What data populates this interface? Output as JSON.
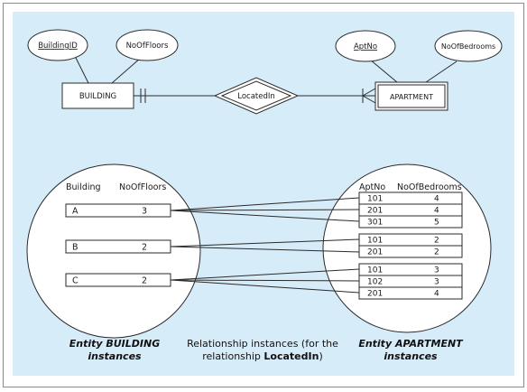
{
  "colors": {
    "panel": "#d7ecf9",
    "frame_border": "#8a8a8a",
    "line": "#2a2a2a",
    "box_fill": "#ffffff"
  },
  "er": {
    "building_entity": "BUILDING",
    "apartment_entity": "APARTMENT",
    "relationship": "LocatedIn",
    "building_attributes": [
      {
        "name": "BuildingID",
        "key": true
      },
      {
        "name": "NoOfFloors",
        "key": false
      }
    ],
    "apartment_attributes": [
      {
        "name": "AptNo",
        "key": true
      },
      {
        "name": "NoOfBedrooms",
        "key": false
      }
    ]
  },
  "instances": {
    "building_headers": [
      "Building",
      "NoOfFloors"
    ],
    "apartment_headers": [
      "AptNo",
      "NoOfBedrooms"
    ],
    "buildings": [
      {
        "id": "A",
        "floors": "3"
      },
      {
        "id": "B",
        "floors": "2"
      },
      {
        "id": "C",
        "floors": "2"
      }
    ],
    "apartment_groups": [
      {
        "building": "A",
        "rows": [
          [
            "101",
            "4"
          ],
          [
            "201",
            "4"
          ],
          [
            "301",
            "5"
          ]
        ]
      },
      {
        "building": "B",
        "rows": [
          [
            "101",
            "2"
          ],
          [
            "201",
            "2"
          ]
        ]
      },
      {
        "building": "C",
        "rows": [
          [
            "101",
            "3"
          ],
          [
            "102",
            "3"
          ],
          [
            "201",
            "4"
          ]
        ]
      }
    ]
  },
  "captions": {
    "left": [
      "Entity BUILDING",
      "instances"
    ],
    "middle_line1": "Relationship instances (for the",
    "middle_line2_prefix": "relationship ",
    "middle_line2_bold": "LocatedIn",
    "middle_line2_suffix": ")",
    "right": [
      "Entity APARTMENT",
      "instances"
    ]
  }
}
